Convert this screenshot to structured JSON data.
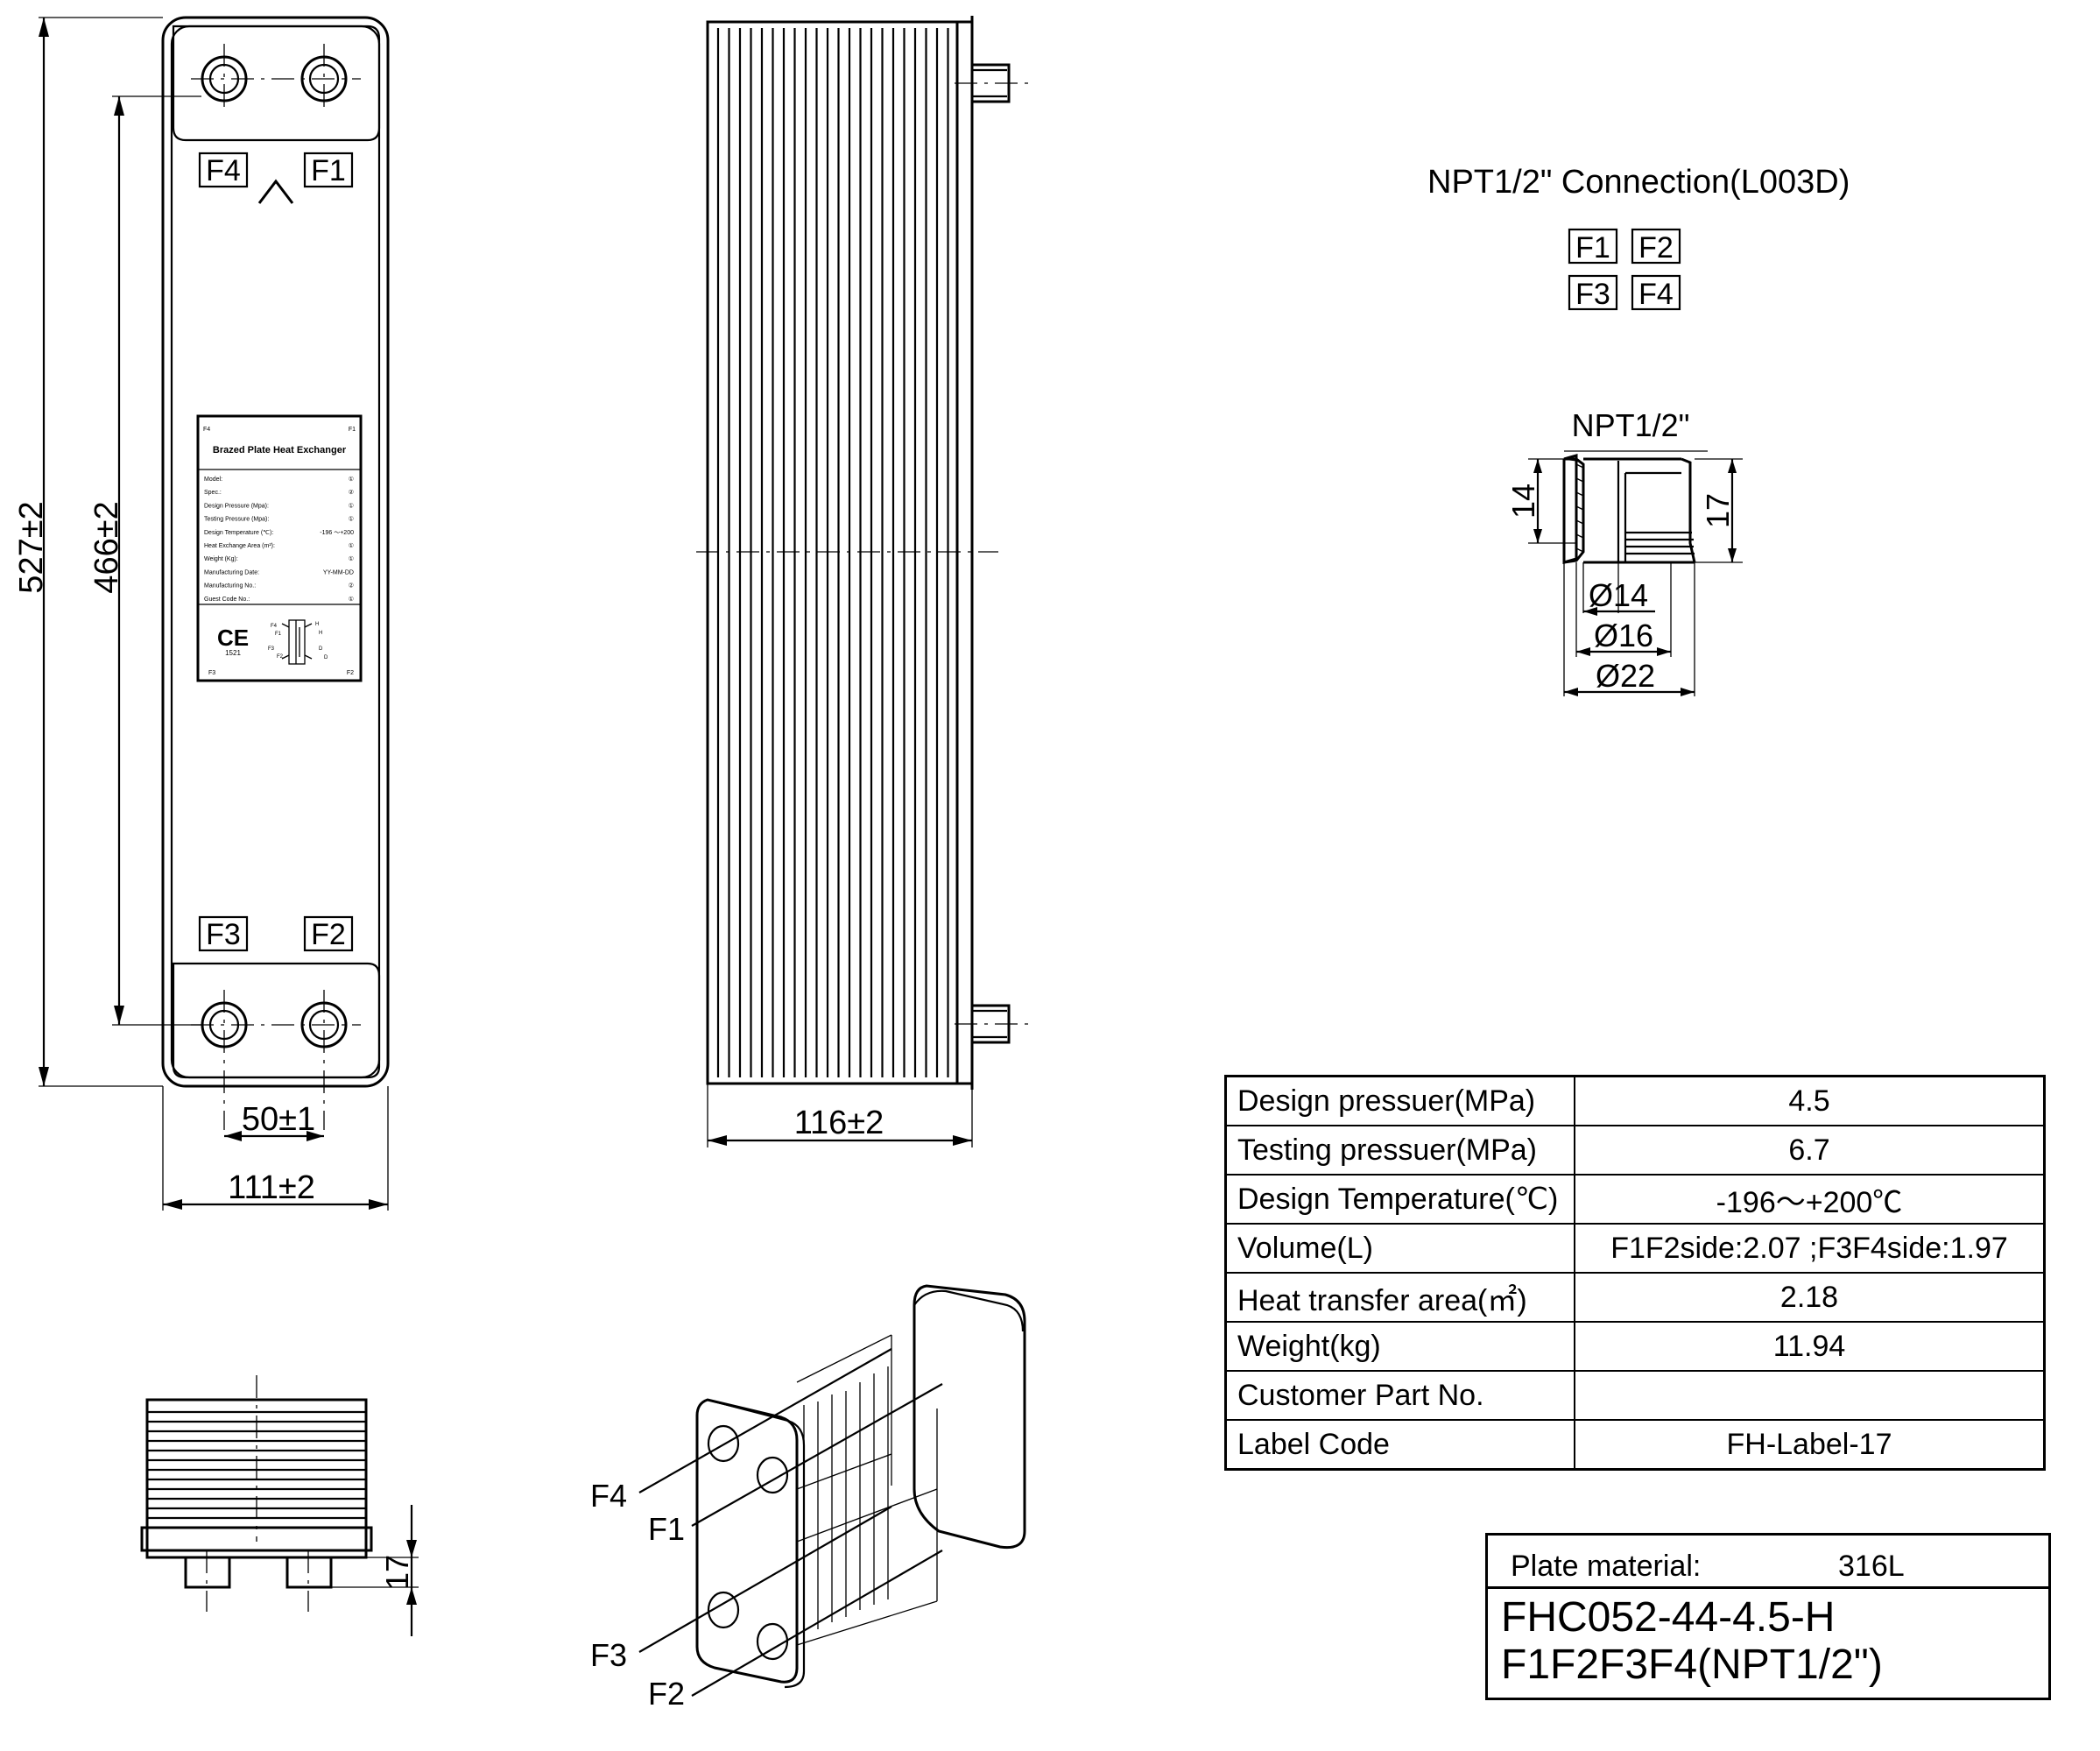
{
  "front_view": {
    "port_tags": {
      "top_left": "F4",
      "top_right": "F1",
      "bottom_left": "F3",
      "bottom_right": "F2"
    },
    "dim_total_height": "527±2",
    "dim_port_pitch_vertical": "466±2",
    "dim_port_pitch_horizontal": "50±1",
    "dim_width": "111±2"
  },
  "nameplate": {
    "corner_tl": "F4",
    "corner_tr": "F1",
    "corner_bl": "F3",
    "corner_br": "F2",
    "title": "Brazed Plate Heat Exchanger",
    "rows": [
      {
        "label": "Model:",
        "value": "①"
      },
      {
        "label": "Spec.:",
        "value": "②"
      },
      {
        "label": "Design Pressure (Mpa):",
        "value": "①"
      },
      {
        "label": "Testing Pressure (Mpa):",
        "value": "①"
      },
      {
        "label": "Design Temperature (℃):",
        "value": "-196 ～+200"
      },
      {
        "label": "Heat Exchange Area (m²):",
        "value": "①"
      },
      {
        "label": "Weight (Kg):",
        "value": "①"
      },
      {
        "label": "Manufacturing Date:",
        "value": "YY-MM-DD"
      },
      {
        "label": "Manufacturing No.:",
        "value": "②"
      },
      {
        "label": "Guest Code No.:",
        "value": "①"
      }
    ],
    "ce_mark": "CE",
    "ce_number": "1521",
    "flow_tags": [
      "F4",
      "F1",
      "F3",
      "F2",
      "H",
      "H",
      "D",
      "D"
    ]
  },
  "side_view": {
    "dim_depth": "116±2"
  },
  "bottom_view": {
    "dim_height": "17"
  },
  "isometric": {
    "labels": [
      "F4",
      "F1",
      "F3",
      "F2"
    ]
  },
  "connection": {
    "title": "NPT1/2\" Connection(L003D)",
    "tags_row1": [
      "F1",
      "F2"
    ],
    "tags_row2": [
      "F3",
      "F4"
    ],
    "thread_label": "NPT1/2\"",
    "dim_14_side": "14",
    "dim_17_side": "17",
    "dia_1": "Ø14",
    "dia_2": "Ø16",
    "dia_3": "Ø22"
  },
  "spec_table": {
    "rows": [
      {
        "label": "Design pressuer(MPa)",
        "value": "4.5"
      },
      {
        "label": "Testing pressuer(MPa)",
        "value": "6.7"
      },
      {
        "label": "Design Temperature(℃)",
        "value": "-196～+200℃"
      },
      {
        "label": "Volume(L)",
        "value": "F1F2side:2.07 ;F3F4side:1.97"
      },
      {
        "label": "Heat transfer area(㎡)",
        "value": "2.18"
      },
      {
        "label": "Weight(kg)",
        "value": "11.94"
      },
      {
        "label": "Customer Part No.",
        "value": ""
      },
      {
        "label": "Label Code",
        "value": "FH-Label-17"
      }
    ]
  },
  "title_block": {
    "plate_material_label": "Plate material:",
    "plate_material_value": "316L",
    "model_line_1": "FHC052-44-4.5-H",
    "model_line_2": "F1F2F3F4(NPT1/2\")"
  }
}
